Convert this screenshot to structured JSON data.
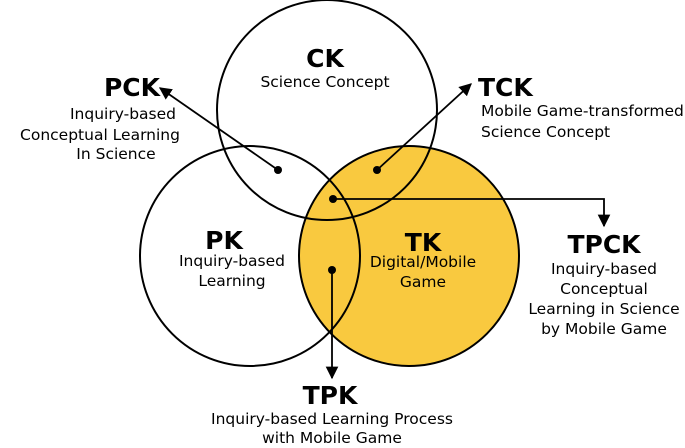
{
  "colors": {
    "tk_fill": "#F9C93F",
    "outline": "#000000",
    "background": "#FFFFFF"
  },
  "nodes": {
    "ck": {
      "title": "CK",
      "lines": [
        "Science Concept"
      ]
    },
    "pk": {
      "title": "PK",
      "lines": [
        "Inquiry-based",
        "Learning"
      ]
    },
    "tk": {
      "title": "TK",
      "lines": [
        "Digital/Mobile",
        "Game"
      ]
    },
    "pck": {
      "title": "PCK",
      "lines": [
        "Inquiry-based",
        "Conceptual Learning",
        "In Science"
      ]
    },
    "tck": {
      "title": "TCK",
      "lines": [
        "Mobile Game-transformed",
        "Science Concept"
      ]
    },
    "tpck": {
      "title": "TPCK",
      "lines": [
        "Inquiry-based",
        "Conceptual",
        "Learning in Science",
        "by Mobile Game"
      ]
    },
    "tpk": {
      "title": "TPK",
      "lines": [
        "Inquiry-based Learning Process",
        "with Mobile Game"
      ]
    }
  }
}
